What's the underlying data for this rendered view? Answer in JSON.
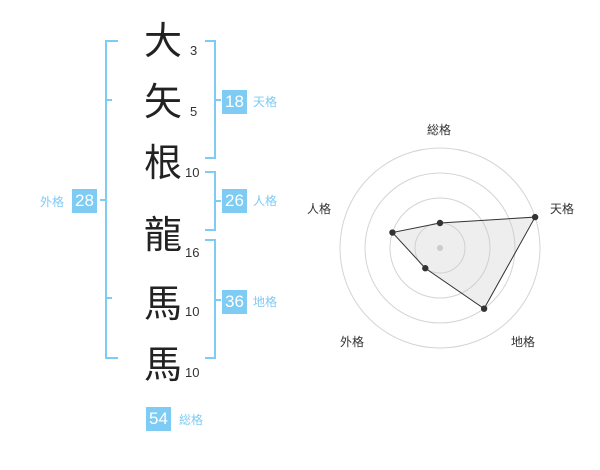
{
  "name": {
    "chars": [
      {
        "char": "大",
        "strokes": "3"
      },
      {
        "char": "矢",
        "strokes": "5"
      },
      {
        "char": "根",
        "strokes": "10"
      },
      {
        "char": "龍",
        "strokes": "16"
      },
      {
        "char": "馬",
        "strokes": "10"
      },
      {
        "char": "馬",
        "strokes": "10"
      }
    ]
  },
  "fortunes": {
    "tenkaku": {
      "value": "18",
      "label": "天格"
    },
    "jinkaku": {
      "value": "26",
      "label": "人格"
    },
    "chikaku": {
      "value": "36",
      "label": "地格"
    },
    "gaikaku": {
      "value": "28",
      "label": "外格"
    },
    "soukaku": {
      "value": "54",
      "label": "総格"
    }
  },
  "colors": {
    "accent": "#7ecbf3",
    "text": "#333333"
  },
  "chart_data": {
    "type": "radar",
    "axes": [
      "総格",
      "天格",
      "地格",
      "外格",
      "人格"
    ],
    "rings": 4,
    "max": 4,
    "values": [
      1,
      4,
      3,
      1,
      2
    ]
  }
}
